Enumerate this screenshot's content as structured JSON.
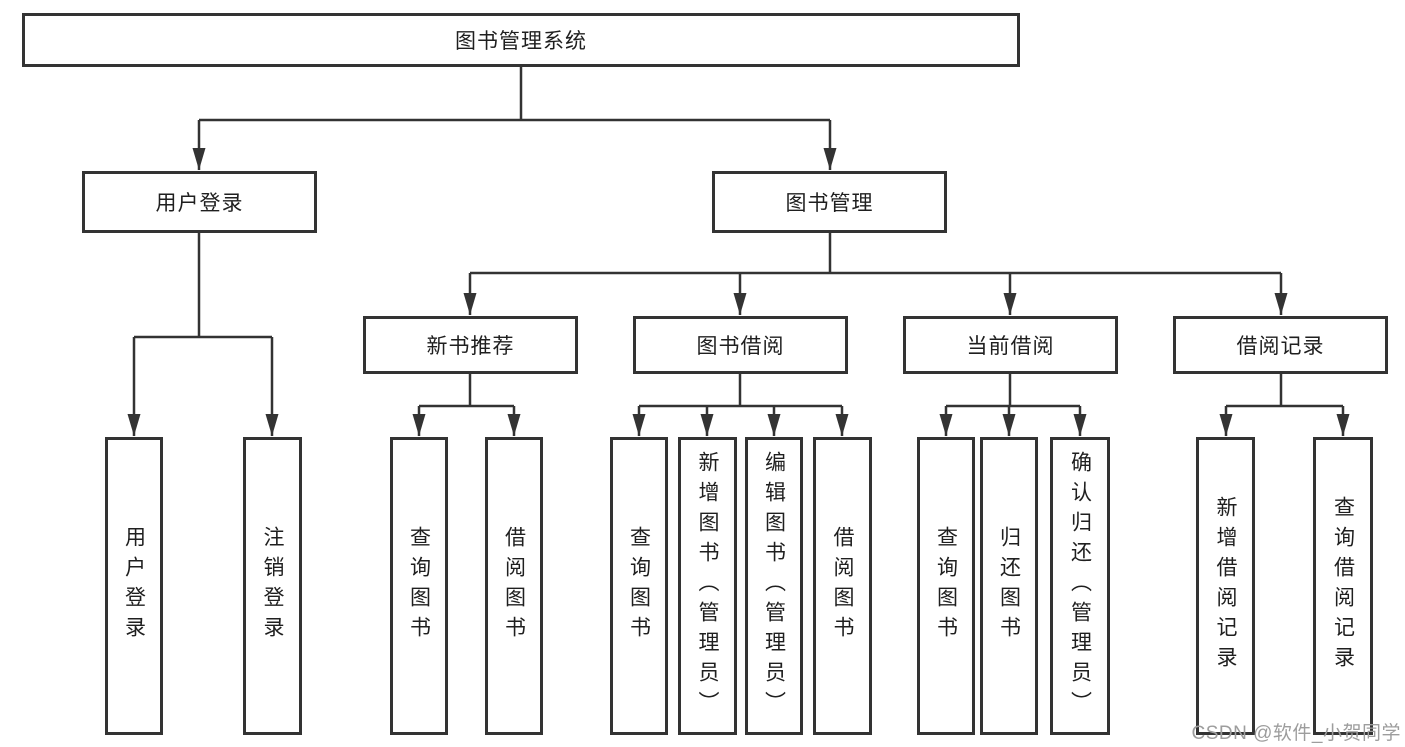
{
  "tree": {
    "root": "图书管理系统",
    "children": [
      {
        "label": "用户登录",
        "children": [
          "用户登录",
          "注销登录"
        ]
      },
      {
        "label": "图书管理",
        "children": [
          {
            "label": "新书推荐",
            "children": [
              "查询图书",
              "借阅图书"
            ]
          },
          {
            "label": "图书借阅",
            "children": [
              "查询图书",
              "新增图书（管理员）",
              "编辑图书（管理员）",
              "借阅图书"
            ]
          },
          {
            "label": "当前借阅",
            "children": [
              "查询图书",
              "归还图书",
              "确认归还（管理员）"
            ]
          },
          {
            "label": "借阅记录",
            "children": [
              "新增借阅记录",
              "查询借阅记录"
            ]
          }
        ]
      }
    ]
  },
  "watermark": {
    "text": "CSDN @软件_小贺同学"
  },
  "colors": {
    "line": "#333333",
    "box_border": "#333333",
    "box_fill": "#ffffff",
    "text": "#1f1f1f",
    "watermark": "#9d9d9d",
    "background": "#ffffff"
  }
}
